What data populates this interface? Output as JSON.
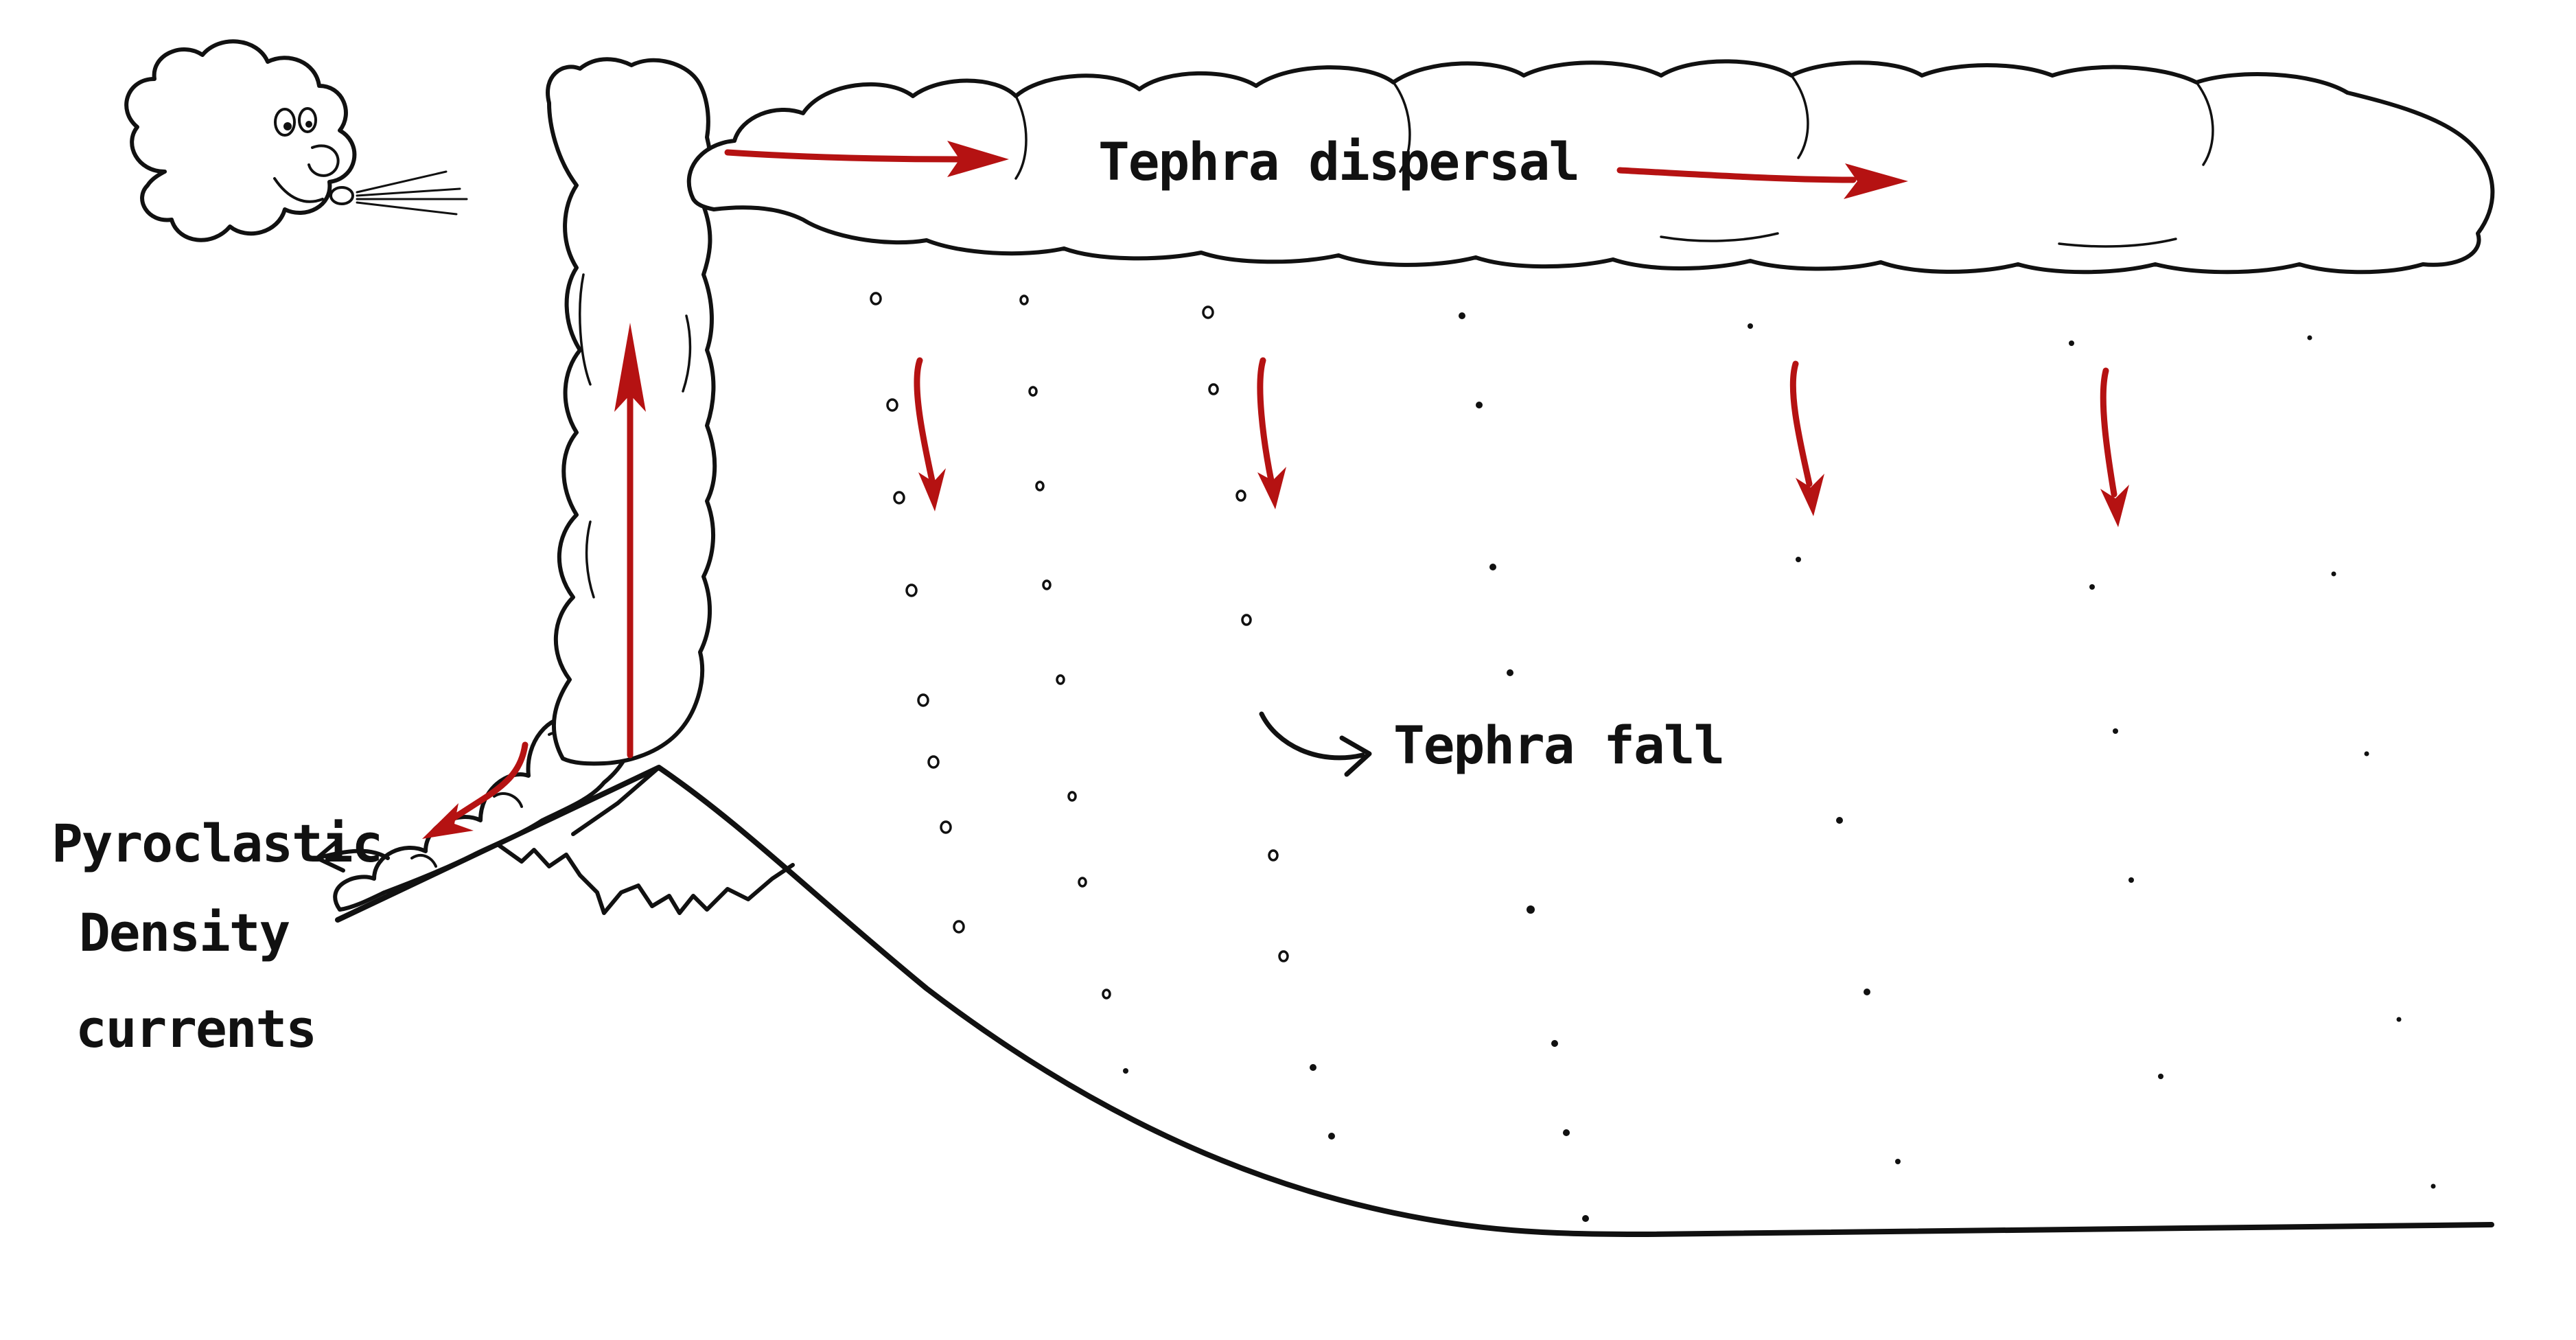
{
  "labels": {
    "tephra_dispersal": "Tephra dispersal",
    "tephra_fall": "Tephra fall",
    "pdc_line1": "Pyroclastic",
    "pdc_line2": "Density",
    "pdc_line3": "currents"
  },
  "colors": {
    "ink": "#111111",
    "arrow": "#b51212",
    "background": "#ffffff"
  },
  "icons": {
    "wind": "wind-cloud-face-icon"
  }
}
